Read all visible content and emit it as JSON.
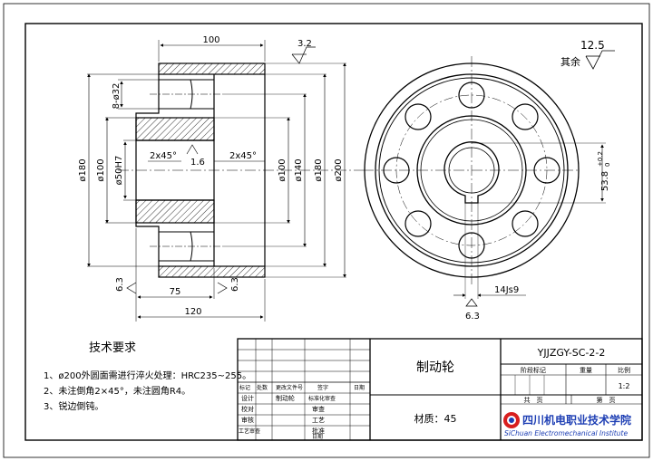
{
  "colors": {
    "ink": "#000000",
    "hatch": "#000000",
    "logo_red": "#d81e1e",
    "logo_blue": "#1e3fb4",
    "paper": "#ffffff"
  },
  "side_view": {
    "dim_top_100": "100",
    "dim_bottom_75": "75",
    "dim_bottom_120": "120",
    "roughness_top": "3.2",
    "roughness_left": "6.3",
    "roughness_right": "6.3",
    "chamfer_left": "2x45°",
    "chamfer_right": "2x45°",
    "roughness_bore": "1.6",
    "dia_180_left": "ø180",
    "dia_100_left": "ø100",
    "holes": "8-ø32",
    "bore": "ø50H7",
    "dia_100_right": "ø100",
    "dia_140": "ø140",
    "dia_180_right": "ø180",
    "dia_200": "ø200"
  },
  "front_view": {
    "general_roughness_label": "其余",
    "general_roughness_value": "12.5",
    "keyway_depth": "53.8",
    "keyway_tol_upper": "+0.2",
    "keyway_tol_lower": "0",
    "keyway_width": "14Js9",
    "roughness_keyway": "6.3"
  },
  "tech_requirements": {
    "title": "技术要求",
    "items": [
      "1、ø200外圆面需进行淬火处理：HRC235~255。",
      "2、未注倒角2×45°，未注圆角R4。",
      "3、锐边倒钝。"
    ]
  },
  "title_block": {
    "part_name": "制动轮",
    "material": "材质：45",
    "drawing_no": "YJJZGY-SC-2-2",
    "stage_label": "阶段标记",
    "weight_label": "重量",
    "scale_label": "比例",
    "scale_value": "1:2",
    "sheet_total": "共　页",
    "sheet_no": "第　页",
    "row_headers": [
      "标记",
      "处数",
      "更改文件号",
      "签字",
      "日期"
    ],
    "designer_label": "设计",
    "designer_name": "制动轮",
    "standard_label": "标准化审查",
    "check_label": "校对",
    "review_label": "审查",
    "audit_label": "审核",
    "process_label": "工艺",
    "approve_label": "批准",
    "process_review_label": "工艺审查",
    "date_label": "日期",
    "school_name_cn": "四川机电职业技术学院",
    "school_name_en": "SiChuan Electromechanical Institute"
  }
}
